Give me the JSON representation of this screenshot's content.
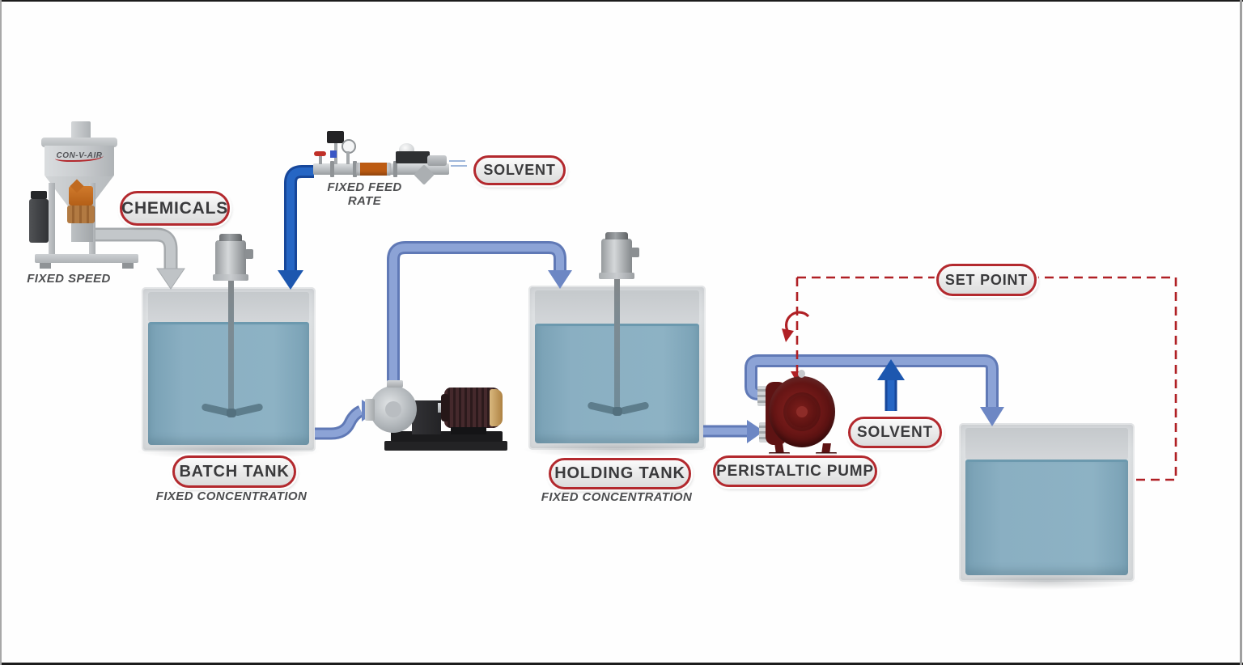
{
  "diagram": {
    "feeder": {
      "brand": "CON-V-AIR",
      "pill": "CHEMICALS",
      "sublabel": "FIXED SPEED"
    },
    "solvent_feed_line": {
      "pill": "SOLVENT",
      "sublabel": "FIXED FEED RATE"
    },
    "batch_tank": {
      "pill": "BATCH TANK",
      "sublabel": "FIXED CONCENTRATION"
    },
    "holding_tank": {
      "pill": "HOLDING TANK",
      "sublabel": "FIXED CONCENTRATION"
    },
    "peristaltic_pump": {
      "pill": "PERISTALTIC PUMP"
    },
    "solvent_injection": {
      "pill": "SOLVENT"
    },
    "control_loop": {
      "pill": "SET POINT"
    }
  },
  "colors": {
    "pill_border": "#B3292E",
    "pill_text": "#3A3A3C",
    "sublabel_text": "#4D4E50",
    "dark_pipe": "#2463C0",
    "dark_pipe_edge": "#17479A",
    "light_pipe": "#8CA3D6",
    "light_pipe_edge": "#6079B6",
    "dashed_red": "#B02025",
    "water": "#8AAFC2",
    "tank_body": "#D7DADC",
    "gray_pipe": "#C3C7CA"
  }
}
